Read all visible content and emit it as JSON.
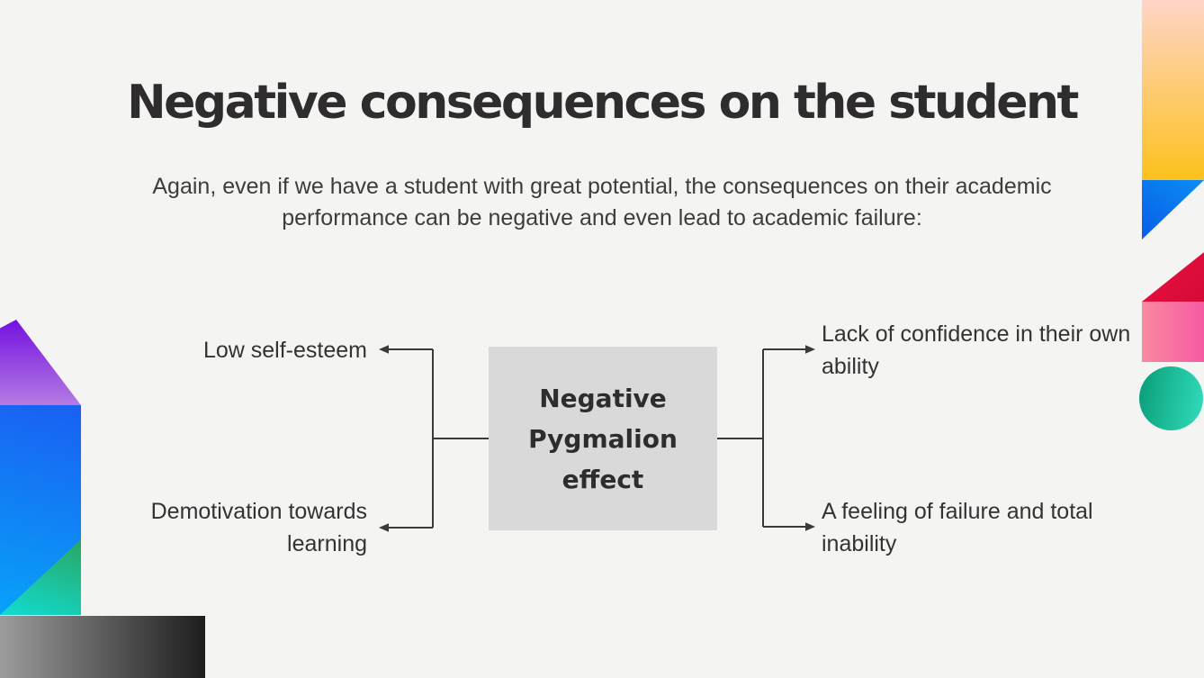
{
  "slide": {
    "title": "Negative consequences on the student",
    "subtitle_lines": [
      "Again, even if we have a student with great potential, the consequences on their academic",
      "performance can be negative and even lead to academic failure:"
    ],
    "diagram": {
      "type": "concept-map",
      "center_label": "Negative Pygmalion effect",
      "left_items": [
        "Low self-esteem",
        "Demotivation towards learning"
      ],
      "right_items": [
        "Lack of confidence in their own ability",
        "A feeling of failure and total inability"
      ]
    },
    "colors": {
      "background": "#f4f4f2",
      "title_text": "#2e2c2d",
      "body_text": "#3d3d3d",
      "node_box_fill": "#d9d9d9",
      "connector": "#3a3a3a",
      "decor": {
        "top_right_bar_top": "#ffd4c7",
        "top_right_bar_bottom": "#fdc21d",
        "top_right_blue_triangle": "#0a7def",
        "right_red_triangle": "#e60f3e",
        "right_pink_rect_left": "#f9899e",
        "right_pink_rect_right": "#f75aa4",
        "right_teal_circle_dark": "#0a9c78",
        "right_teal_circle_light": "#31ddbd",
        "left_purple_triangle_top": "#7311e0",
        "left_purple_triangle_bottom": "#b57be2",
        "left_blue_rect_top": "#1a5ff2",
        "left_blue_rect_bottom": "#08a2f8",
        "left_green_triangle_dark": "#2aa565",
        "left_green_triangle_light": "#10ddd0",
        "bottom_gray_bar_left": "#9c9c9c",
        "bottom_gray_bar_right": "#1d1d1d"
      }
    }
  }
}
